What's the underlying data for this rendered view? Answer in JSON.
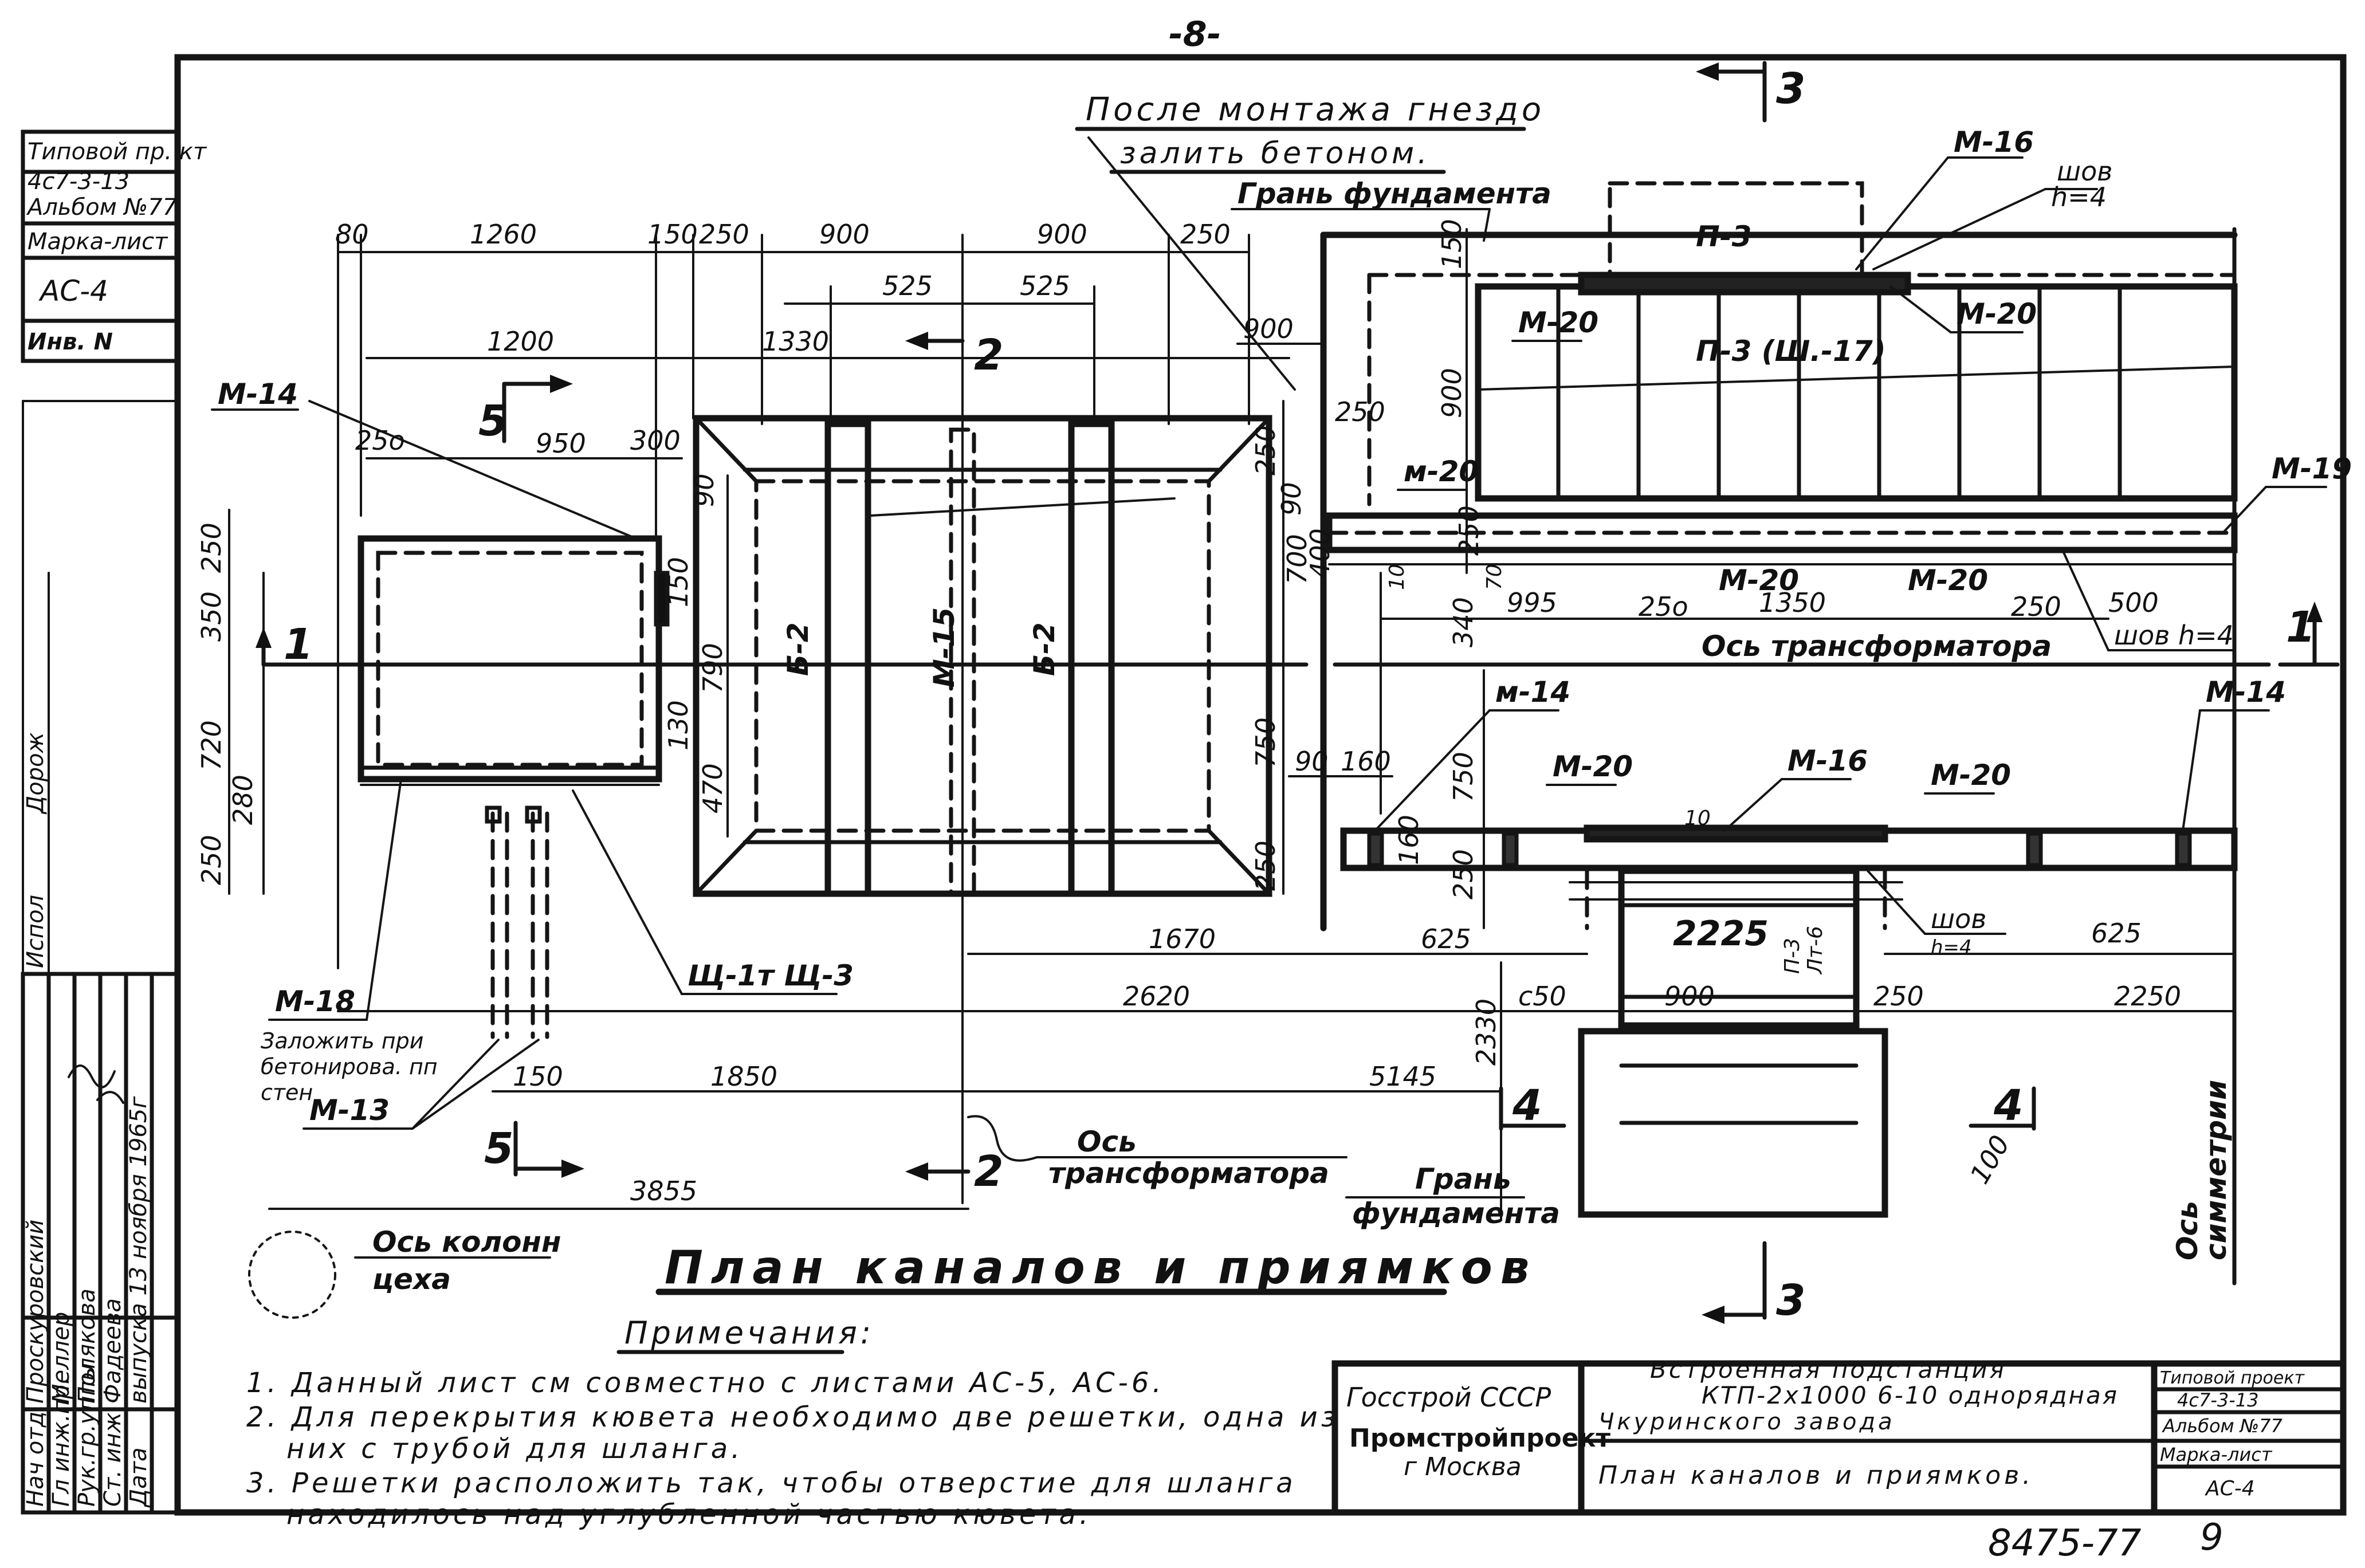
{
  "page_number": "-8-",
  "side_stamp": {
    "title": "Типовой пр. кт",
    "code": "4с7-3-13",
    "album": "Альбом №77",
    "sheet_label": "Марка-лист",
    "sheet": "АС-4",
    "inv": "Инв. N"
  },
  "signatures": {
    "rows": [
      {
        "role": "Нач отд.",
        "name": "Проскуровский"
      },
      {
        "role": "Гл инж.пр.",
        "name": "Меллер"
      },
      {
        "role": "Рук.гр.уппы",
        "name": "Поляковa"
      },
      {
        "role": "Ст. инж",
        "name": "Фадеева"
      },
      {
        "role": "Дата",
        "name": "выпуска 13 ноября 1965г"
      }
    ],
    "side_words": [
      "Дорож",
      "Испол"
    ]
  },
  "titles": {
    "top_note_1": "После монтажа гнездо",
    "top_note_2": "залить бетоном.",
    "plan": "План каналов и приямков",
    "notes_heading": "Примечания:"
  },
  "notes": [
    "1. Данный лист см совместно с листами АС-5, АС-6.",
    "2. Для перекрытия кювета необходимо две решетки, одна из",
    "них с трубой для шланга.",
    "3. Решетки расположить так, чтобы отверстие для шланга",
    "находилось над углубленной частью кювета."
  ],
  "left_labels": {
    "m14": "М-14",
    "m18": "М-18",
    "m18_note_1": "Заложить при",
    "m18_note_2": "бетонирова. пп",
    "m18_note_3": "стен",
    "m13": "М-13",
    "grate": "Щ-1т Щ-3",
    "m15": "М-15",
    "b2a": "Б-2",
    "b2b": "Б-2",
    "column_axis_1": "Ось колонн",
    "column_axis_2": "цеха",
    "transformer_axis_1": "Ось",
    "transformer_axis_2": "трансформатора"
  },
  "right_labels": {
    "foundation_top": "Грань фундамента",
    "foundation_bottom_1": "Грань",
    "foundation_bottom_2": "фундамента",
    "transformer_axis": "Ось трансформатора",
    "symmetry_axis_1": "Ось",
    "symmetry_axis_2": "симметрии",
    "m16_top": "М-16",
    "m16_bottom": "М-16",
    "seam_top_1": "шов",
    "seam_top_2": "h=4",
    "seam_mid": "шов h=4",
    "seam_bottom_1": "шов",
    "seam_bottom_2": "h=4",
    "p3": "П-3",
    "p3_sh": "П-3 (Ш.-17)",
    "p3_vert": "П-3",
    "lt6": "Лт-6",
    "m20_a": "М-20",
    "m20_b": "М-20",
    "m20_c": "м-20",
    "m20_d": "М-20",
    "m20_e": "М-20",
    "m20_f": "М-20",
    "m20_g": "М-20",
    "m19": "М-19",
    "m14_a": "м-14",
    "m14_b": "М-14"
  },
  "sections": {
    "s1_left": "1",
    "s1_right": "1",
    "s2_top": "2",
    "s2_bottom": "2",
    "s3_top": "3",
    "s3_bottom": "3",
    "s4_left": "4",
    "s4_right": "4",
    "s5_top": "5",
    "s5_bottom": "5"
  },
  "dims_left": {
    "d80": "80",
    "d1260": "1260",
    "d150": "150",
    "d250a": "250",
    "d900a": "900",
    "d900b": "900",
    "d250b": "250",
    "d525a": "525",
    "d525b": "525",
    "d1200": "1200",
    "d1330": "1330",
    "d250c": "25о",
    "d950": "950",
    "d300": "300",
    "v250a": "250",
    "v350": "350",
    "v720": "720",
    "v280": "280",
    "v250b": "250",
    "v90": "90",
    "v150": "150",
    "v790": "790",
    "v130": "130",
    "v470": "470",
    "v250c": "250",
    "v750": "750",
    "v250d": "250",
    "d1670": "1670",
    "d2620": "2620",
    "d150b": "150",
    "d1850": "1850",
    "d5145": "5145",
    "d3855": "3855"
  },
  "dims_right": {
    "d900": "900",
    "v150": "150",
    "v250": "250",
    "v900": "900",
    "v90": "90",
    "v700": "700",
    "v400": "400",
    "v250b": "250",
    "v10": "10",
    "v340": "340",
    "v70": "70",
    "d995": "995",
    "d250a": "25о",
    "d1350": "1350",
    "d250b": "250",
    "d500": "500",
    "d90": "90",
    "d160": "160",
    "v750": "750",
    "v160": "160",
    "v250c": "250",
    "d10": "10",
    "d625a": "625",
    "d2225": "2225",
    "d625b": "625",
    "d250c": "с50",
    "d900b": "900",
    "d250d": "250",
    "d2250": "2250",
    "v2330": "2330",
    "d100": "100"
  },
  "title_block": {
    "org_1": "Госстрой СССР",
    "org_2": "Промстройпроект",
    "org_3": "г Москва",
    "project_1": "Встроенная подстанция",
    "project_2": "КТП-2х1000 6-10 однорядная",
    "project_3": "Чкуринского завода",
    "sheet_title": "План каналов и приямков.",
    "right_1": "Типовой проект",
    "right_2": "4с7-3-13",
    "right_3": "Альбом №77",
    "right_4": "Марка-лист",
    "right_5": "АС-4"
  },
  "footer": {
    "number": "8475-77",
    "page": "9"
  }
}
